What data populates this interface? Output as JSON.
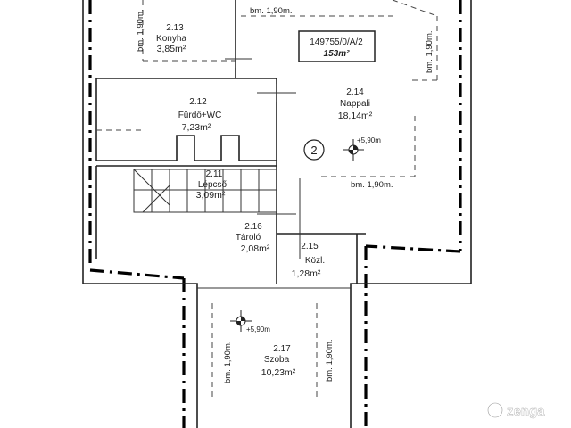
{
  "rooms": [
    {
      "id": "2.13",
      "name": "Konyha",
      "area": "3,85m²"
    },
    {
      "id": "2.12",
      "name": "Fürdő+WC",
      "area": "7,23m²"
    },
    {
      "id": "2.11",
      "name": "Lépcső",
      "area": "3,09m²"
    },
    {
      "id": "2.14",
      "name": "Nappali",
      "area": "18,14m²"
    },
    {
      "id": "2.16",
      "name": "Tároló",
      "area": "2,08m²"
    },
    {
      "id": "2.15",
      "name": "Közl.",
      "area": "1,28m²"
    },
    {
      "id": "2.17",
      "name": "Szoba",
      "area": "10,23m²"
    }
  ],
  "height_labels": {
    "top_left": "bm. 1,90m.",
    "top_center": "bm. 1,90m.",
    "top_right": "bm. 1,90m.",
    "living_bottom": "bm. 1,90m.",
    "bedroom_left": "bm. 1,90m.",
    "bedroom_right": "bm. 1,90m."
  },
  "levels": {
    "living": "+5,90m",
    "bedroom": "+5,90m"
  },
  "unit_box": {
    "code": "149755/0/A/2",
    "area": "153m²"
  },
  "floor_marker": "2",
  "watermark": "zenga"
}
